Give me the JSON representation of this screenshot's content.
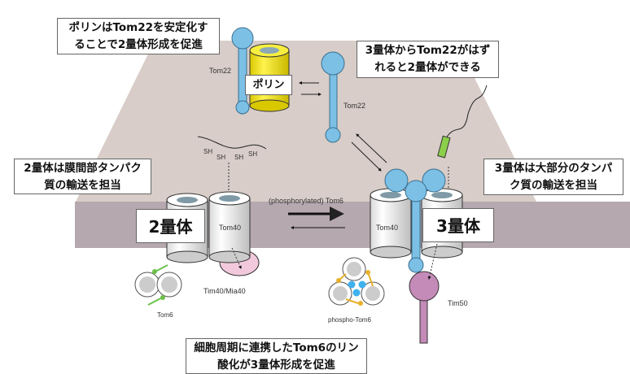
{
  "callouts": {
    "porin_note": [
      "ポリンはTom22を安定化す",
      "ることで2量体形成を促進"
    ],
    "tom22_release_note": [
      "3量体からTom22がはず",
      "れると2量体ができる"
    ],
    "dimer_note": [
      "2量体は膜間部タンパク",
      "質の輸送を担当"
    ],
    "trimer_note": [
      "3量体は大部分のタンパ",
      "ク質の輸送を担当"
    ],
    "phospho_note": [
      "細胞周期に連携したTom6のリン",
      "酸化が3量体形成を促進"
    ],
    "dimer_label": "2量体",
    "trimer_label": "3量体",
    "porin_label": "ポリン"
  },
  "labels": {
    "tom22_left": "Tom22",
    "tom22_free": "Tom22",
    "tom40_left": "Tom40",
    "tom40_right": "Tom40",
    "tim40": "Tim40/Mia40",
    "tom6": "Tom6",
    "phospho_tom6": "phospho-Tom6",
    "tim50": "Tim50",
    "arrow_label": "(phosphorylated) Tom6",
    "sh": [
      "SH",
      "SH",
      "SH",
      "SH"
    ]
  },
  "colors": {
    "membrane_top": "#d8cdc8",
    "membrane_side": "#b5a8ae",
    "tom22": "#7cc0e6",
    "porin": "#f2e600",
    "tim50": "#c58bb8",
    "tim40": "#f2c9dc",
    "tom6": "#6cc04a",
    "phospho": "#e8b12a",
    "precursor": "#8ccf4a"
  }
}
